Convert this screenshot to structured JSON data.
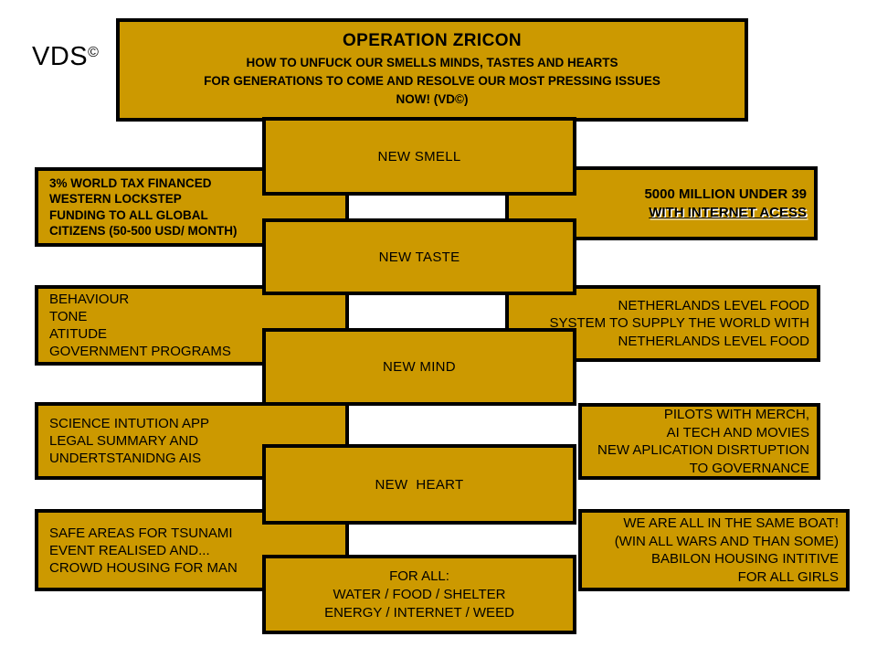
{
  "colors": {
    "box_fill": "#CC9900",
    "box_border": "#000000",
    "background": "#FFFFFF",
    "text": "#000000",
    "link_shadow": "#FFFFFF"
  },
  "watermark": {
    "text": "VDS",
    "symbol": "©"
  },
  "title_box": {
    "title": "OPERATION ZRICON",
    "lines": [
      "HOW TO UNFUCK OUR SMELLS MINDS, TASTES AND HEARTS",
      "FOR GENERATIONS TO COME AND RESOLVE OUR MOST PRESSING ISSUES",
      "NOW! (VD©)"
    ]
  },
  "center_boxes": [
    "NEW SMELL",
    "NEW TASTE",
    "NEW MIND",
    "NEW  HEART"
  ],
  "bottom_box": {
    "lines": [
      "FOR ALL:",
      "WATER / FOOD / SHELTER",
      "ENERGY / INTERNET / WEED"
    ]
  },
  "left_boxes": [
    {
      "lines": [
        "3% WORLD TAX FINANCED",
        "WESTERN LOCKSTEP",
        "FUNDING TO ALL GLOBAL",
        "CITIZENS (50-500 USD/ MONTH)"
      ]
    },
    {
      "lines": [
        "BEHAVIOUR",
        "TONE",
        "ATITUDE",
        "GOVERNMENT PROGRAMS"
      ]
    },
    {
      "lines": [
        "SCIENCE INTUTION APP",
        "LEGAL SUMMARY AND",
        "UNDERTSTANIDNG AIS"
      ]
    },
    {
      "lines": [
        "SAFE AREAS FOR TSUNAMI",
        "EVENT REALISED AND...",
        "CROWD HOUSING FOR MAN"
      ]
    }
  ],
  "right_boxes": [
    {
      "line": "5000 MILLION UNDER 39",
      "link": "WITH INTERNET ACESS"
    },
    {
      "lines": [
        "NETHERLANDS LEVEL FOOD",
        "SYSTEM TO SUPPLY THE WORLD WITH",
        "NETHERLANDS LEVEL FOOD"
      ]
    },
    {
      "lines": [
        "PILOTS WITH MERCH,",
        "AI TECH AND MOVIES",
        "NEW APLICATION DISRTUPTION",
        "TO GOVERNANCE"
      ]
    },
    {
      "lines": [
        "WE ARE ALL IN THE SAME BOAT!",
        "(WIN ALL WARS AND THAN SOME)",
        "BABILON HOUSING INTITIVE",
        "FOR ALL GIRLS"
      ]
    }
  ]
}
